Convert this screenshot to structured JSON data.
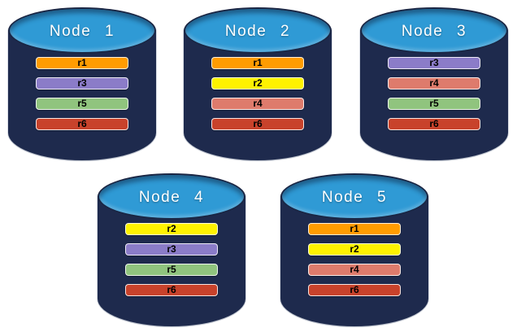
{
  "nodes": [
    {
      "label": "Node 1",
      "partitions": [
        "r1",
        "r3",
        "r5",
        "r6"
      ]
    },
    {
      "label": "Node 2",
      "partitions": [
        "r1",
        "r2",
        "r4",
        "r6"
      ]
    },
    {
      "label": "Node 3",
      "partitions": [
        "r3",
        "r4",
        "r5",
        "r6"
      ]
    },
    {
      "label": "Node 4",
      "partitions": [
        "r2",
        "r3",
        "r5",
        "r6"
      ]
    },
    {
      "label": "Node 5",
      "partitions": [
        "r1",
        "r2",
        "r4",
        "r6"
      ]
    }
  ],
  "partition_colors": {
    "r1": "#FF9C00",
    "r2": "#FEF200",
    "r3": "#8B7CC8",
    "r4": "#DE7B6C",
    "r5": "#90C47E",
    "r6": "#C8422B"
  },
  "colors": {
    "cylinder_body": "#1E2A4D",
    "cylinder_top": "#2F9AD5",
    "node_label_text": "#FFFFFF",
    "partition_label_text": "#000000",
    "background": "#FFFFFF"
  }
}
